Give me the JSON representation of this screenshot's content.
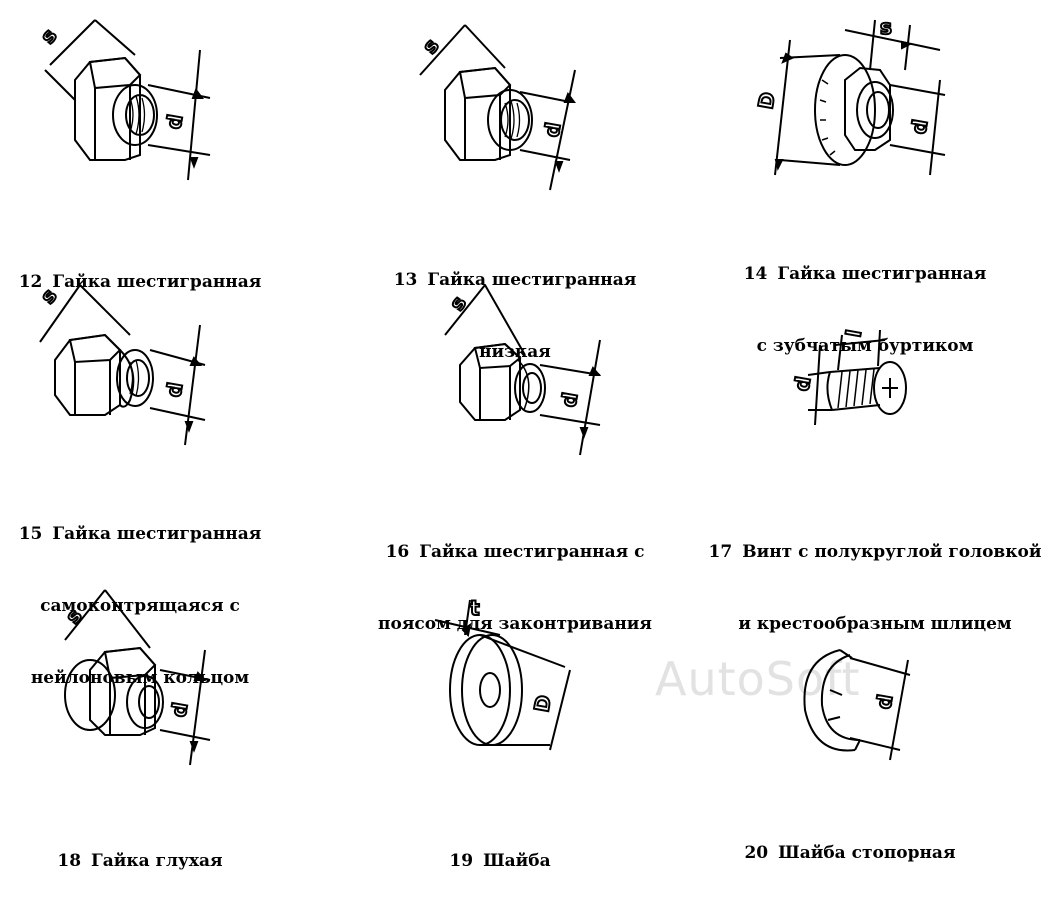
{
  "items": [
    {
      "num": "12",
      "lines": [
        "Гайка шестигранная"
      ]
    },
    {
      "num": "13",
      "lines": [
        "Гайка шестигранная",
        "низкая"
      ]
    },
    {
      "num": "14",
      "lines": [
        "Гайка шестигранная",
        "с зубчатым буртиком"
      ]
    },
    {
      "num": "15",
      "lines": [
        "Гайка шестигранная",
        "самоконтрящаяся с",
        "нейлоновым кольцом"
      ]
    },
    {
      "num": "16",
      "lines": [
        "Гайка шестигранная с",
        "поясом для законтривания"
      ]
    },
    {
      "num": "17",
      "lines": [
        "Винт с полукруглой головкой",
        "и крестообразным шлицем"
      ]
    },
    {
      "num": "18",
      "lines": [
        "Гайка глухая"
      ]
    },
    {
      "num": "19",
      "lines": [
        "Шайба"
      ]
    },
    {
      "num": "20",
      "lines": [
        "Шайба стопорная"
      ]
    }
  ],
  "dims": {
    "s": "s",
    "d": "d",
    "D": "D",
    "l": "l",
    "t": "t"
  },
  "watermark": "AutoSoft"
}
